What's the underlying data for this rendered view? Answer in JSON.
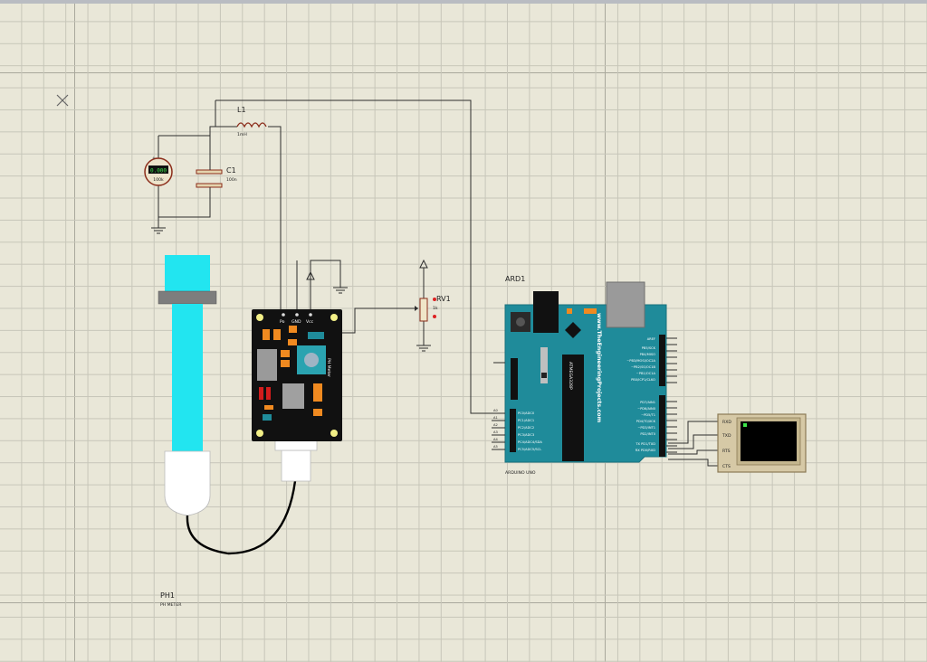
{
  "components": {
    "inductor": {
      "ref": "L1",
      "value": "1mH"
    },
    "capacitor": {
      "ref": "C1",
      "value": "100n"
    },
    "voltmeter": {
      "display": "0.000",
      "value": "100k"
    },
    "potentiometer": {
      "ref": "RV1",
      "value": "1k"
    },
    "ph_module": {
      "pins": [
        "Po",
        "GND",
        "Vcc"
      ],
      "label": "PH Meter"
    },
    "ph_probe": {
      "ref": "PH1",
      "name": "PH METER"
    },
    "arduino": {
      "ref": "ARD1",
      "name": "ARDUINO UNO",
      "brand": "www.TheEngineeringProjects.com",
      "chip_label": "ATMEGA328P",
      "analog_pins": [
        "A0",
        "A1",
        "A2",
        "A3",
        "A4",
        "A5"
      ],
      "analog_pin_names": [
        "PC0/ADC0",
        "PC1/ADC1",
        "PC2/ADC2",
        "PC3/ADC3",
        "PC4/ADC4/SDA",
        "PC5/ADC5/SCL"
      ],
      "digital_pin_names": [
        "AREF",
        "PB5/SCK",
        "PB4/MISO",
        "~PB3/MOSI/OC2A",
        "~PB2/SS/OC1B",
        "~PB1/OC1A",
        "PB0/ICP1/CLKO",
        "PD7/AIN1",
        "~PD6/AIN0",
        "~PD5/T1",
        "PD4/T0/XCK",
        "~PD3/INT1",
        "PD2/INT0",
        "TX PD1/TXD",
        "RX PD0/RXD"
      ]
    },
    "terminal": {
      "pins": [
        "RXD",
        "TXD",
        "RTS",
        "CTS"
      ]
    }
  },
  "colors": {
    "wire": "#2d2d2d",
    "arduino_board": "#1f8b9a",
    "probe_tube": "#22e5f0",
    "module_board": "#111111",
    "terminal_screen": "#000000",
    "grid_minor": "#c7c6b9",
    "grid_major": "#a9a89c",
    "background": "#e9e7d8"
  },
  "icons": {
    "origin_marker": "x-marker-icon",
    "ground": "ground-icon",
    "power": "power-arrow-icon"
  }
}
